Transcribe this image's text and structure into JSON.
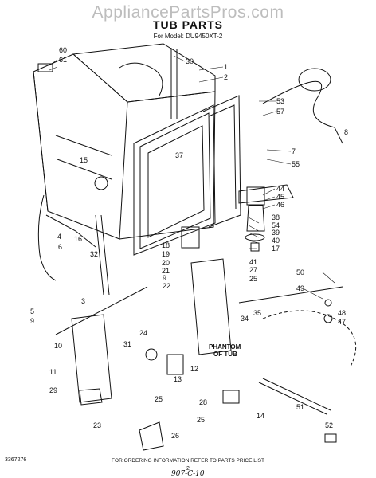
{
  "header": {
    "site": "AppliancePartsPros.com",
    "title": "TUB PARTS",
    "model": "For Model: DU9450XT-2"
  },
  "labels": {
    "c1": "1",
    "c2": "2",
    "c3": "3",
    "c4": "4",
    "c5": "5",
    "c6": "6",
    "c7": "7",
    "c8": "8",
    "c9a": "9",
    "c9b": "9",
    "c10": "10",
    "c11": "11",
    "c12": "12",
    "c13": "13",
    "c14": "14",
    "c15": "15",
    "c16": "16",
    "c17": "17",
    "c18": "18",
    "c19": "19",
    "c20": "20",
    "c21": "21",
    "c22": "22",
    "c23": "23",
    "c24": "24",
    "c25a": "25",
    "c25b": "25",
    "c25c": "25",
    "c26": "26",
    "c27": "27",
    "c28": "28",
    "c29": "29",
    "c30": "30",
    "c31": "31",
    "c32": "32",
    "c34": "34",
    "c35": "35",
    "c37": "37",
    "c38": "38",
    "c39": "39",
    "c40": "40",
    "c41": "41",
    "c44": "44",
    "c45": "45",
    "c46": "46",
    "c47": "47",
    "c48": "48",
    "c49": "49",
    "c50": "50",
    "c51": "51",
    "c52": "52",
    "c53": "53",
    "c54": "54",
    "c55": "55",
    "c57": "57",
    "c60": "60",
    "c61": "61",
    "phantom1": "PHANTOM",
    "phantom2": "OF TUB"
  },
  "footer": {
    "note": "FOR ORDERING INFORMATION REFER TO PARTS PRICE LIST",
    "page": "2",
    "doc": "3367276",
    "handwritten": "907-C-10"
  }
}
